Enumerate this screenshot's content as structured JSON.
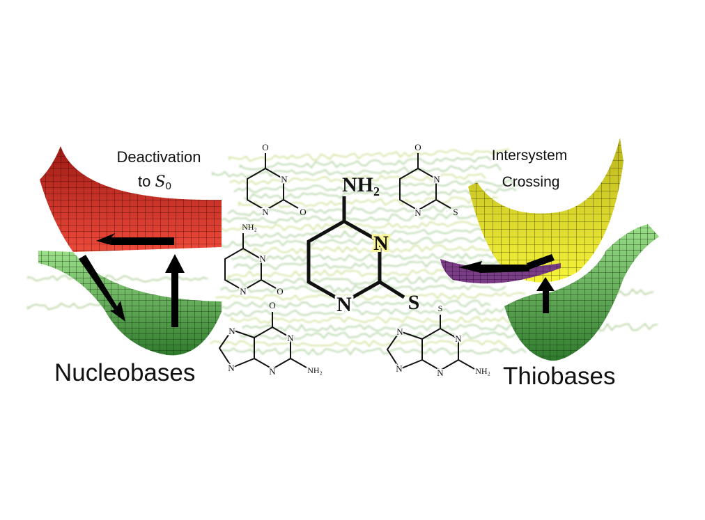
{
  "labels": {
    "deactivation_line1": "Deactivation",
    "deactivation_line2": "to ",
    "s0_symbol": "S",
    "s0_subscript": "0",
    "nucleobases": "Nucleobases",
    "isc_line1": "Intersystem",
    "isc_line2": "Crossing",
    "thiobases": "Thiobases"
  },
  "molecules": {
    "uracil": {
      "o_top": "O",
      "n_right": "N",
      "n_bottom": "N",
      "o_right": "O"
    },
    "cytosine": {
      "nh2": "NH₂",
      "n_right": "N",
      "n_bottom": "N",
      "o_right": "O"
    },
    "guanine": {
      "o_top": "O",
      "n_right": "N",
      "n_bottom": "N",
      "nh2": "NH₂",
      "n5_top": "N",
      "n5_bottom": "N"
    },
    "thiocytosine": {
      "nh2": "NH₂",
      "n_right": "N",
      "n_bottom": "N",
      "s": "S"
    },
    "thiouracil": {
      "o_top": "O",
      "n_right": "N",
      "n_bottom": "N",
      "s_right": "S"
    },
    "thioguanine": {
      "s_top": "S",
      "n_right": "N",
      "n_bottom": "N",
      "nh2": "NH₂",
      "n5_top": "N",
      "n5_bottom": "N"
    }
  },
  "colors": {
    "nucleobase_fill": "#f28a8a",
    "thiobase_fill": "#fbf59a",
    "red_surface": "#d8322c",
    "green_surface": "#4f9a48",
    "yellow_surface": "#e4e22a",
    "purple_surface": "#7a3d86",
    "background_lines": "#8cc07a"
  }
}
